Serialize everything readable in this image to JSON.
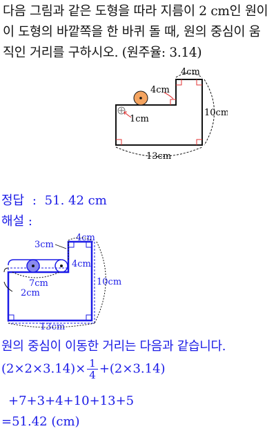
{
  "problem": {
    "lines": [
      "다음 그림과 같은 도형을 따라 지름이 2 cm인 원이",
      "이 도형의 바깥쪽을 한 바퀴 돌 때, 원의 중심이 움",
      "직인 거리를 구하시오. (원주율: 3.14)"
    ]
  },
  "figure1": {
    "label_4cm_top": "4cm",
    "label_4cm_left": "4cm",
    "label_1cm": "1cm",
    "label_10cm": "10cm",
    "label_13cm": "13cm",
    "circle_color": "#f4a460",
    "shape_color": "#111111",
    "mark_color": "#e03030"
  },
  "answer": {
    "label": "정답",
    "separator": ":",
    "value": "51. 42 cm"
  },
  "solution": {
    "label": "해설 :",
    "figure": {
      "label_3cm": "3cm",
      "label_4cm_top": "4cm",
      "label_4cm_right": "4cm",
      "label_7cm": "7cm",
      "label_2cm": "2cm",
      "label_10cm": "10cm",
      "label_13cm": "13cm",
      "shape_color": "#1a1ae6",
      "circle_fill": "#8a8aef"
    },
    "explanation": "원의 중심이 이동한 거리는 다음과 같습니다.",
    "formula": {
      "part1": "(2×2×3.14)×",
      "frac_num": "1",
      "frac_den": "4",
      "part2": "+(2×3.14)",
      "line2": "+7+3+4+10+13+5",
      "line3": "=51.42 (cm)"
    }
  }
}
